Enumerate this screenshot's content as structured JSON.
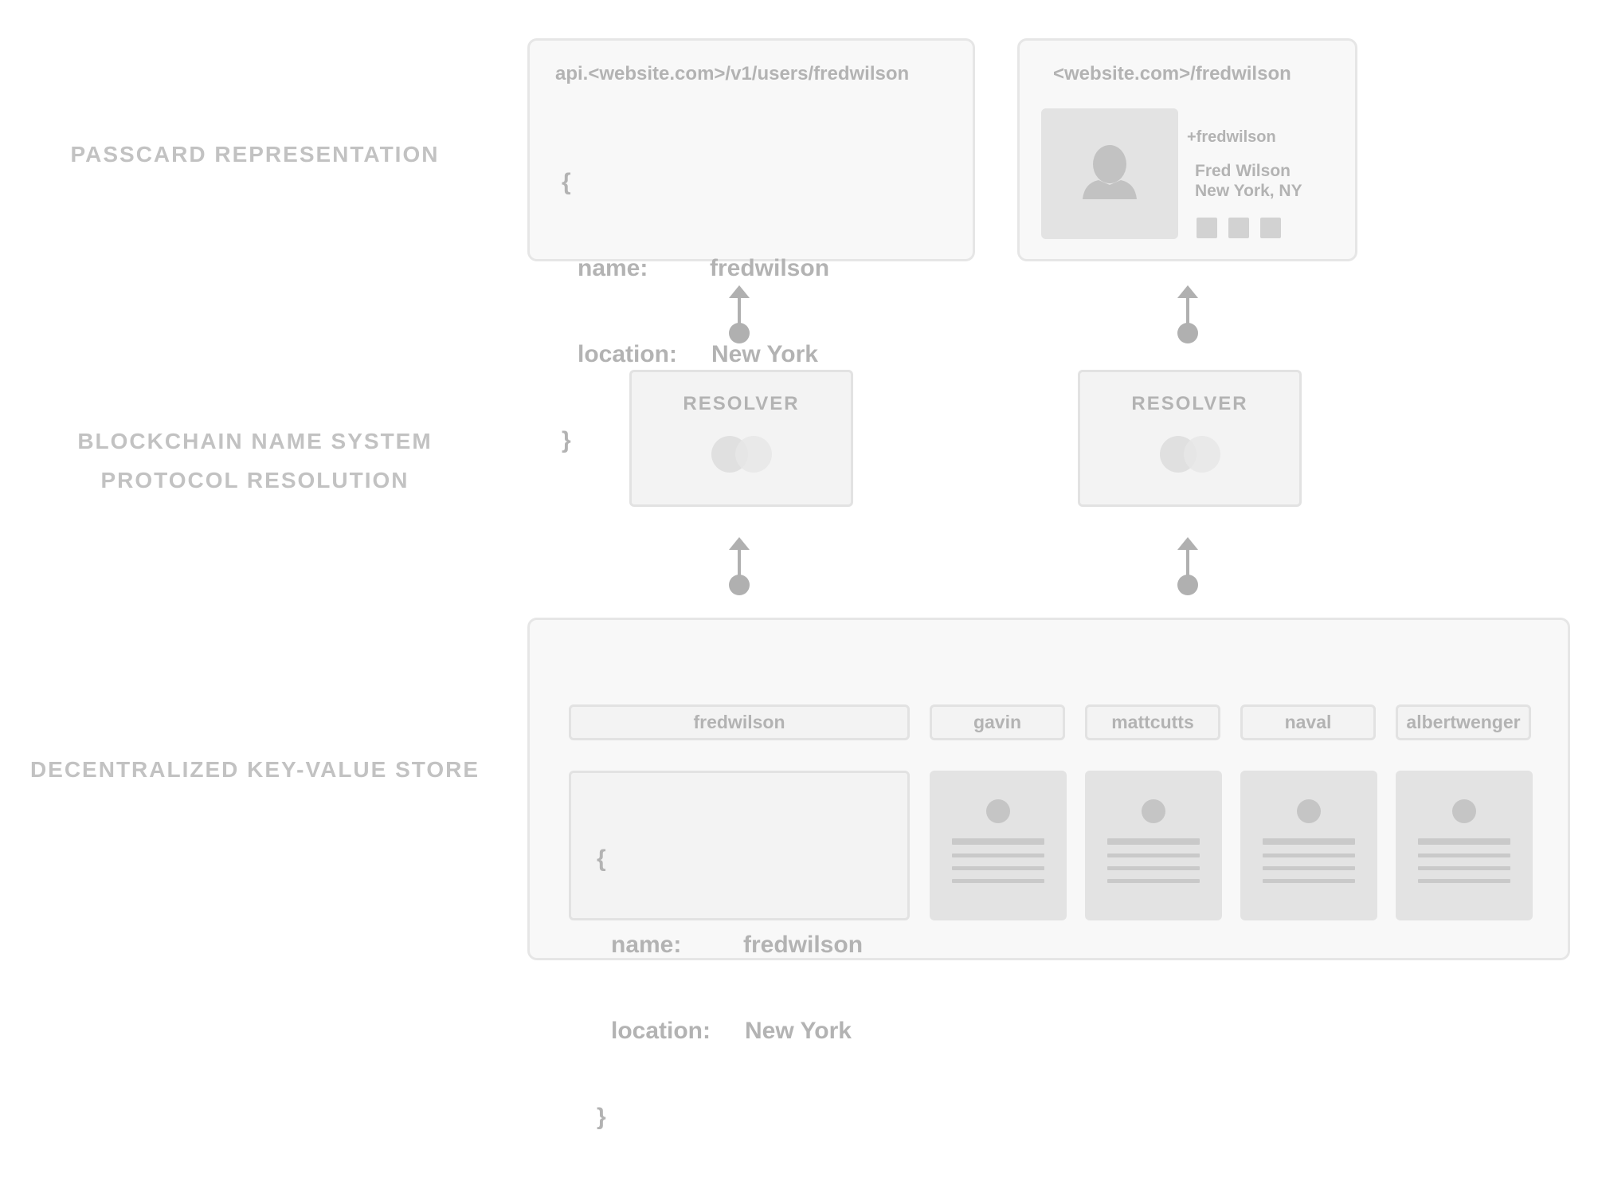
{
  "labels": {
    "passcard": "PASSCARD REPRESENTATION",
    "bns_line1": "BLOCKCHAIN NAME SYSTEM",
    "bns_line2": "PROTOCOL RESOLUTION",
    "kv_store": "DECENTRALIZED KEY-VALUE STORE"
  },
  "api_card": {
    "url": "api.<website.com>/v1/users/fredwilson",
    "open_brace": "{",
    "close_brace": "}",
    "fields": [
      {
        "key": "name:",
        "value": "fredwilson"
      },
      {
        "key": "location:",
        "value": "New York"
      }
    ]
  },
  "profile_card": {
    "url": "<website.com>/fredwilson",
    "handle": "+fredwilson",
    "name": "Fred Wilson",
    "location": "New York, NY"
  },
  "resolvers": [
    {
      "label": "RESOLVER"
    },
    {
      "label": "RESOLVER"
    }
  ],
  "store": {
    "keys": [
      "fredwilson",
      "gavin",
      "mattcutts",
      "naval",
      "albertwenger"
    ],
    "value": {
      "open_brace": "{",
      "close_brace": "}",
      "fields": [
        {
          "key": "name:",
          "value": "fredwilson"
        },
        {
          "key": "location:",
          "value": "New York"
        }
      ]
    }
  },
  "colors": {
    "text": "#b3b3b3",
    "card_bg": "#f8f8f8",
    "card_border": "#e6e6e6",
    "arrow": "#b0b0b0"
  },
  "icons": [
    "user-silhouette-icon",
    "arrow-up-icon",
    "overlapping-circles-icon"
  ]
}
